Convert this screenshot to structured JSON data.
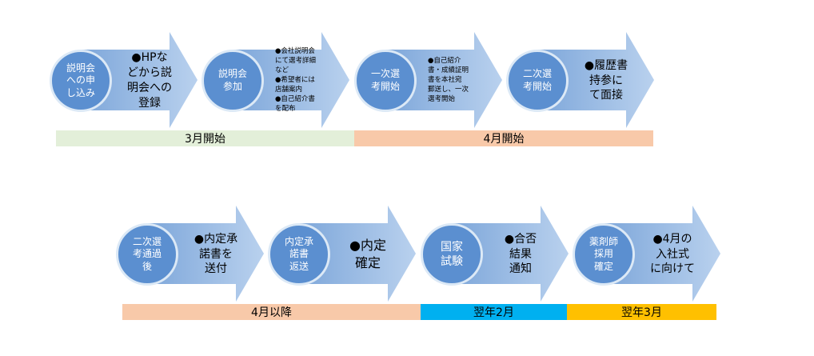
{
  "row1": {
    "steps": [
      {
        "circle": "説明会\nへの申\nし込み",
        "desc": "●HPな\nどから説\n明会への\n登録",
        "small": false
      },
      {
        "circle": "説明会\n参加",
        "desc": "●会社説明会\nにて選考詳細\nなど\n●希望者には\n店舗案内\n●自己紹介書\nを配布",
        "small": true
      },
      {
        "circle": "一次選\n考開始",
        "desc": "●自己紹介\n書・成績証明\n書を本社宛\n郵送し、一次\n選考開始",
        "small": true
      },
      {
        "circle": "二次選\n考開始",
        "desc": "●履歴書\n持参に\nて面接",
        "small": false
      }
    ],
    "bars": [
      {
        "label": "3月開始",
        "color": "#e3efd9"
      },
      {
        "label": "4月開始",
        "color": "#f8c9a9"
      }
    ]
  },
  "row2": {
    "steps": [
      {
        "circle": "二次選\n考通過\n後",
        "desc": "●内定承\n諾書を\n送付",
        "small": false
      },
      {
        "circle": "内定承\n諾書\n返送",
        "desc": "●内定\n確定",
        "small": false
      },
      {
        "circle": "国家\n試験",
        "desc": "●合否\n結果\n通知",
        "small": false
      },
      {
        "circle": "薬剤師\n採用\n確定",
        "desc": "●4月の\n入社式\nに向けて",
        "small": false
      }
    ],
    "bars": [
      {
        "label": "4月以降",
        "color": "#f8c9a9"
      },
      {
        "label": "翌年2月",
        "color": "#00b0f0"
      },
      {
        "label": "翌年3月",
        "color": "#ffc000"
      }
    ]
  }
}
